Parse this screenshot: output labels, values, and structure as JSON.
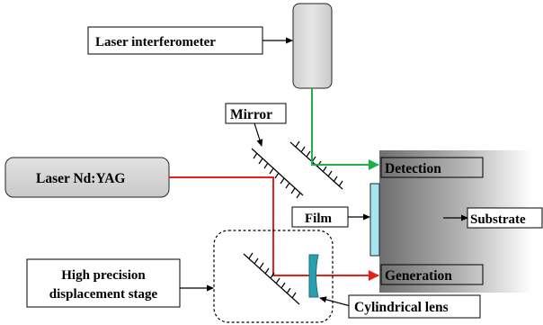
{
  "labels": {
    "laser_interferometer": "Laser interferometer",
    "mirror": "Mirror",
    "laser_ndyag": "Laser Nd:YAG",
    "detection": "Detection",
    "film": "Film",
    "substrate": "Substrate",
    "generation": "Generation",
    "stage_line1": "High precision",
    "stage_line2": "displacement stage",
    "cylindrical_lens": "Cylindrical lens"
  },
  "colors": {
    "laser_beam": "#e8201c",
    "detection_beam": "#1fb04a",
    "film": "#a6e6f2",
    "lens": "#2b9fb0",
    "interferometer": "#d9d9d9",
    "laser_box": "#d6d6d6",
    "substrate_dark": "#6e6e6e",
    "substrate_light": "#ffffff"
  }
}
